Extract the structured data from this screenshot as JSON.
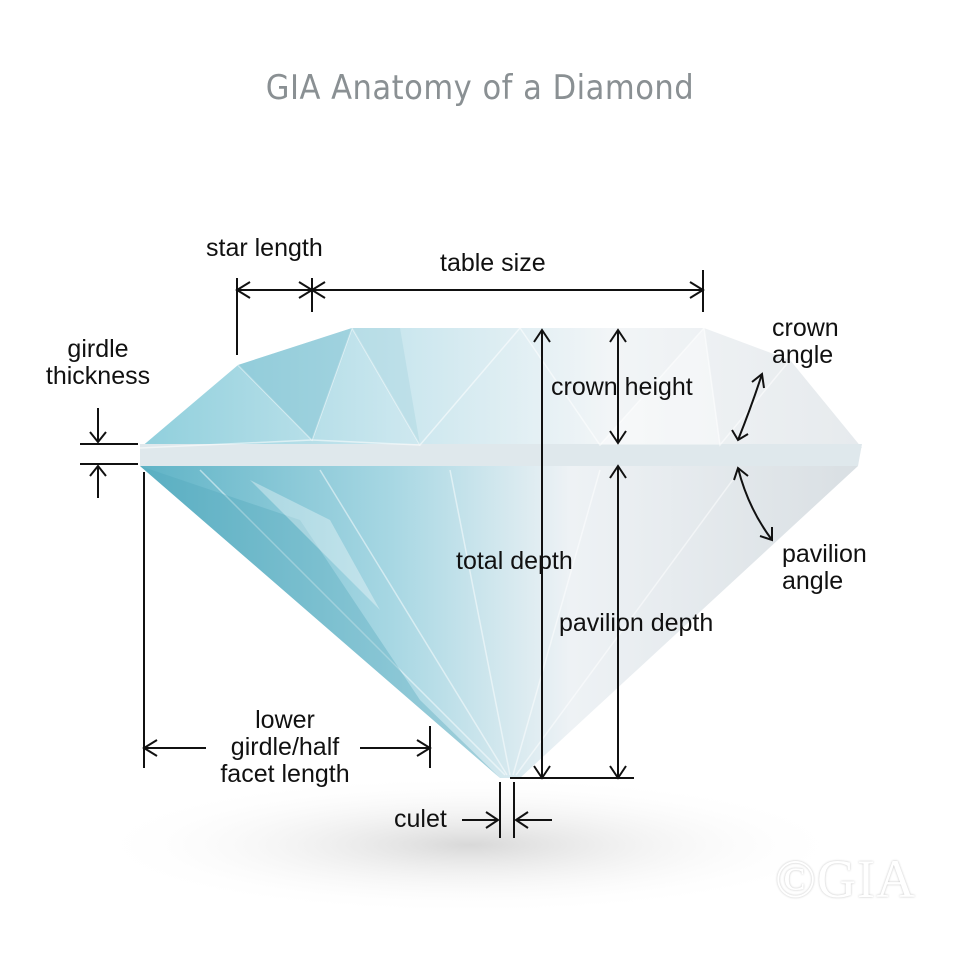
{
  "title": "GIA Anatomy of a Diamond",
  "labels": {
    "star_length": "star length",
    "table_size": "table size",
    "girdle_thickness": [
      "girdle",
      "thickness"
    ],
    "crown_angle": [
      "crown",
      "angle"
    ],
    "crown_height": "crown height",
    "total_depth": "total depth",
    "pavilion_angle": [
      "pavilion",
      "angle"
    ],
    "pavilion_depth": "pavilion depth",
    "lower_girdle_half_facet_length": [
      "lower",
      "girdle/half",
      "facet length"
    ],
    "culet": "culet"
  },
  "copyright": "©GIA",
  "colors": {
    "title": "#8a9093",
    "lines": "#111111",
    "diamond_light": "#eef3f6",
    "diamond_blue": "#9fd3df"
  }
}
